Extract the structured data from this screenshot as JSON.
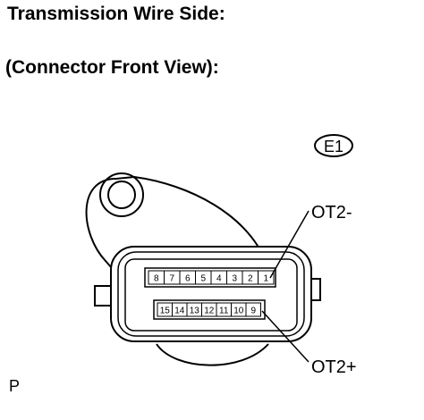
{
  "titles": {
    "line1": "Transmission Wire Side:",
    "line2": "(Connector Front View):"
  },
  "connector_code": "E1",
  "labels": {
    "ot2_minus": "OT2-",
    "ot2_plus": "OT2+"
  },
  "figure_tag": "P",
  "pins_top_row": [
    "8",
    "7",
    "6",
    "5",
    "4",
    "3",
    "2",
    "1"
  ],
  "pins_bottom_row": [
    "15",
    "14",
    "13",
    "12",
    "11",
    "10",
    "9"
  ]
}
